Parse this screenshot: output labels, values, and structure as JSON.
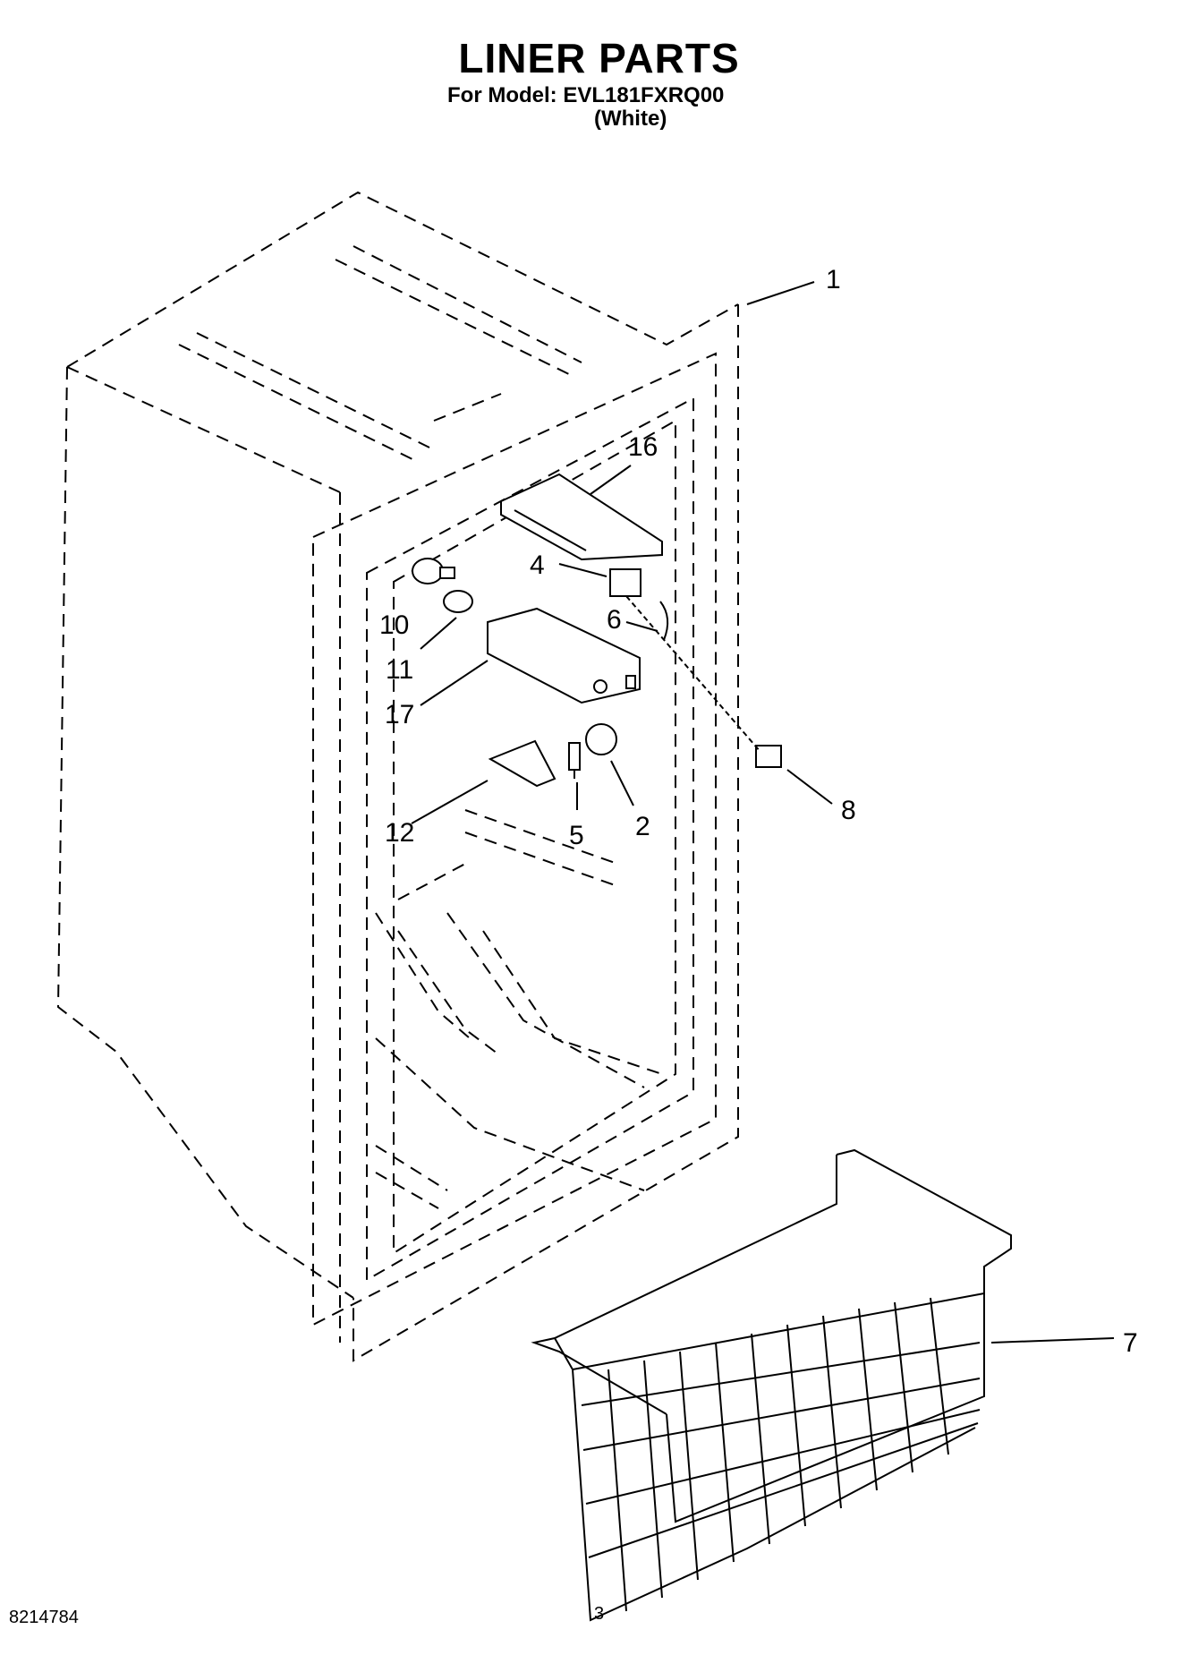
{
  "header": {
    "title": "LINER PARTS",
    "model_line": "For Model: EVL181FXRQ00",
    "variant": "(White)"
  },
  "callouts": [
    "1",
    "16",
    "4",
    "10",
    "6",
    "11",
    "17",
    "8",
    "12",
    "5",
    "2",
    "7"
  ],
  "footer": {
    "doc_number": "8214784",
    "page_number": "3"
  }
}
